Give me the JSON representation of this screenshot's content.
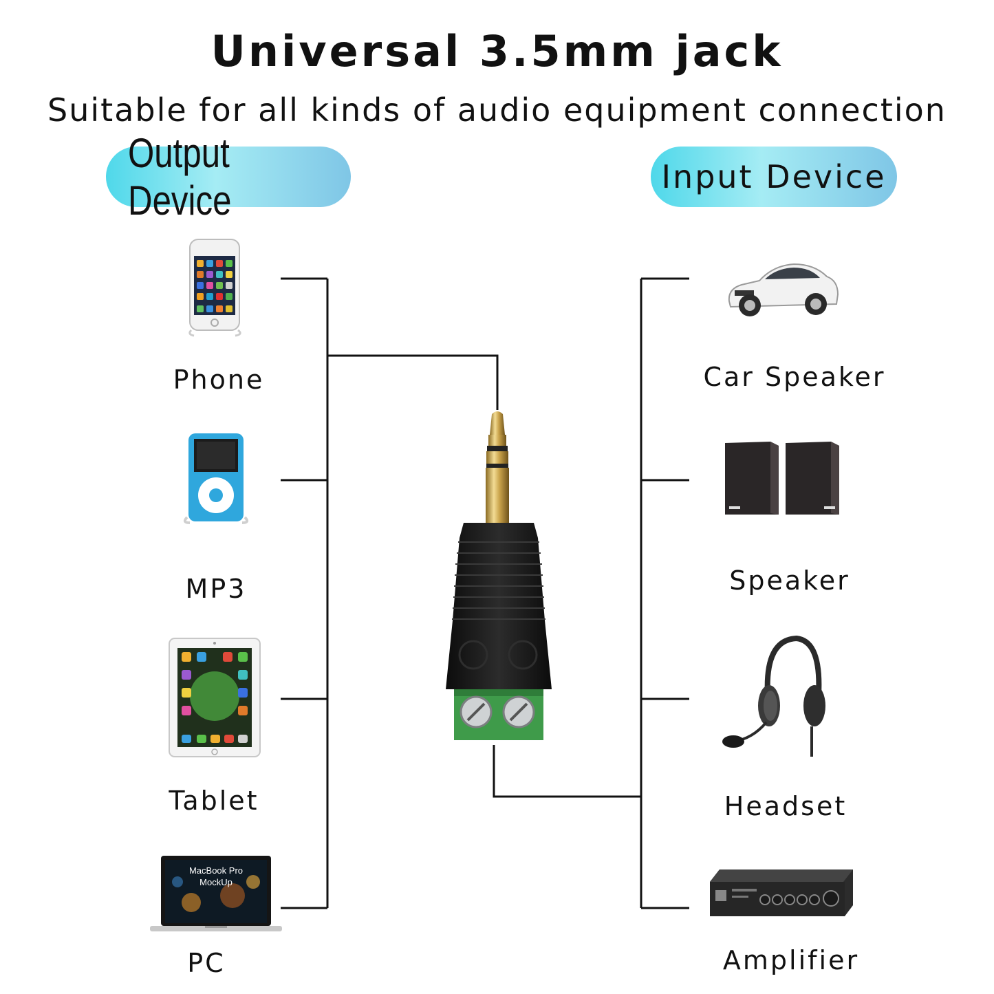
{
  "header": {
    "title": "Universal 3.5mm jack",
    "subtitle": "Suitable for all kinds of audio equipment connection"
  },
  "groups": {
    "output_label": "Output Device",
    "input_label": "Input Device"
  },
  "output_devices": [
    {
      "label": "Phone",
      "icon": "phone-icon"
    },
    {
      "label": "MP3",
      "icon": "mp3-player-icon"
    },
    {
      "label": "Tablet",
      "icon": "tablet-icon"
    },
    {
      "label": "PC",
      "icon": "laptop-icon"
    }
  ],
  "input_devices": [
    {
      "label": "Car Speaker",
      "icon": "car-icon"
    },
    {
      "label": "Speaker",
      "icon": "speaker-icon"
    },
    {
      "label": "Headset",
      "icon": "headset-icon"
    },
    {
      "label": "Amplifier",
      "icon": "amplifier-icon"
    }
  ],
  "laptop_screen": {
    "line1": "MacBook Pro",
    "line2": "MockUp"
  },
  "colors": {
    "pill_start": "#4fd8ea",
    "pill_end": "#7fc6e6",
    "terminal_green": "#3f9b4a",
    "plug_gold": "#c9a24a",
    "connector_black": "#1a1a1a",
    "line": "#111111"
  }
}
